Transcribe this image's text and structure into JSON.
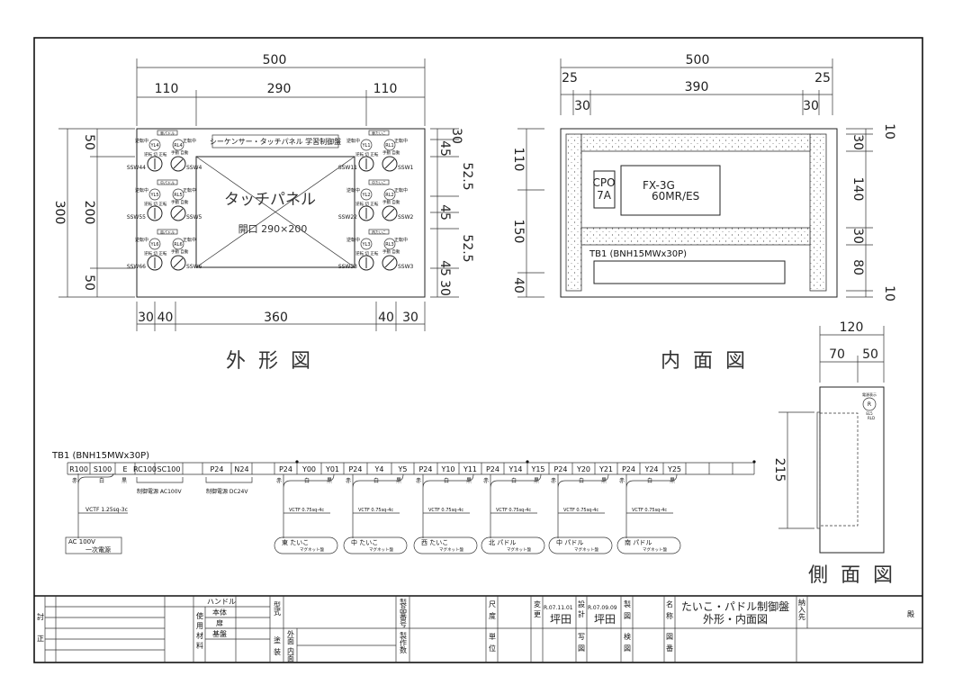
{
  "outer_view": {
    "caption": "外形図",
    "width_total": "500",
    "width_left": "110",
    "width_mid": "290",
    "width_right": "110",
    "height_total": "300",
    "height_top": "50",
    "height_mid": "200",
    "height_bottom": "50",
    "right_dims": [
      "30",
      "45",
      "52.5",
      "45",
      "52.5",
      "45",
      "30"
    ],
    "bottom_dims": [
      "30",
      "40",
      "360",
      "40",
      "30"
    ],
    "panel_title": "シーケンサー・タッチパネル 学習制御盤",
    "touch_panel_label": "タッチパネル",
    "opening_label": "開口 290×200",
    "lamp_left_label": "逆転中",
    "lamp_right_label": "正転中",
    "switch_left_label": "逆転 切 正転",
    "switch_right_label": "手動 自動",
    "groups": [
      {
        "title": "東パドル",
        "lamps": [
          "YL4",
          "RL4"
        ],
        "switches": [
          "SSW44",
          "SSW4"
        ],
        "side": "left"
      },
      {
        "title": "中パドル",
        "lamps": [
          "YL5",
          "RL5"
        ],
        "switches": [
          "SSW55",
          "SSW5"
        ],
        "side": "left"
      },
      {
        "title": "南パドル",
        "lamps": [
          "YL6",
          "RL6"
        ],
        "switches": [
          "SSW66",
          "SSW6"
        ],
        "side": "left"
      },
      {
        "title": "東たいこ",
        "lamps": [
          "YL1",
          "RL1"
        ],
        "switches": [
          "SSW11",
          "SSW1"
        ],
        "side": "right"
      },
      {
        "title": "中たいこ",
        "lamps": [
          "YL2",
          "RL2"
        ],
        "switches": [
          "SSW22",
          "SSW2"
        ],
        "side": "right"
      },
      {
        "title": "西たいこ",
        "lamps": [
          "YL3",
          "RL3"
        ],
        "switches": [
          "SSW33",
          "SSW3"
        ],
        "side": "right"
      }
    ]
  },
  "inner_view": {
    "caption": "内面図",
    "width_total": "500",
    "margin_left": "25",
    "margin_right": "25",
    "width_inner": "390",
    "rail_left": "30",
    "rail_right": "30",
    "left_dims": [
      "110",
      "150",
      "40"
    ],
    "right_dims": [
      "10",
      "30",
      "140",
      "30",
      "80",
      "10"
    ],
    "cp_label": [
      "CPO",
      "7A"
    ],
    "plc_label": [
      "FX-3G",
      "60MR/ES"
    ],
    "tb_label": "TB1 (BNH15MWx30P)"
  },
  "side_view": {
    "caption": "側面図",
    "width_total": "120",
    "width_a": "70",
    "width_b": "50",
    "height": "215",
    "lamp_label": "R",
    "lamp_top": "電源表示",
    "lamp_bottom": [
      "EL5",
      "RLD"
    ]
  },
  "wiring": {
    "tb_title": "TB1 (BNH15MWx30P)",
    "terminals": [
      "R100",
      "S100",
      "E",
      "RC100",
      "SC100",
      "",
      "P24",
      "N24",
      "",
      "P24",
      "Y00",
      "Y01",
      "P24",
      "Y4",
      "Y5",
      "P24",
      "Y10",
      "Y11",
      "P24",
      "Y14",
      "Y15",
      "P24",
      "Y20",
      "Y21",
      "P24",
      "Y24",
      "Y25",
      "",
      "",
      ""
    ],
    "wire_colors": [
      "赤",
      "白",
      "黒"
    ],
    "power_cable": "VCTF 1.25sq-3c",
    "power_source": [
      "AC 100V",
      "一次電源"
    ],
    "ctrl_ac_label": "制御電源 AC100V",
    "ctrl_dc_label": "制御電源 DC24V",
    "magnet_cable": "VCTF 0.75sq-4c",
    "magnet_suffix": "マグネット盤",
    "magnets": [
      "東 たいこ",
      "中 たいこ",
      "西 たいこ",
      "北 パドル",
      "中 パドル",
      "南 パドル"
    ]
  },
  "title_block": {
    "check": [
      "討",
      "正"
    ],
    "materials_header": "使用材料",
    "materials": [
      "ハンドル",
      "本体",
      "扉",
      "基盤"
    ],
    "model": "型式",
    "paint": "塗装",
    "paint_out": "外面",
    "paint_in": "内面",
    "product_no": "製品番号",
    "qty": "製作数",
    "scale": "尺度",
    "unit": "単位",
    "change": "変更",
    "change_date": "R.07.11.01",
    "change_by": "坪田",
    "design": "設計",
    "trace": "写図",
    "design_date": "R.07.09.09",
    "design_by": "坪田",
    "draw": "製図",
    "inspect": "検図",
    "name": "名称",
    "drawing_no": "図番",
    "title_line1": "たいこ・パドル制御盤",
    "title_line2": "外形・内面図",
    "delivery": "納入先",
    "honorific": "殿"
  }
}
